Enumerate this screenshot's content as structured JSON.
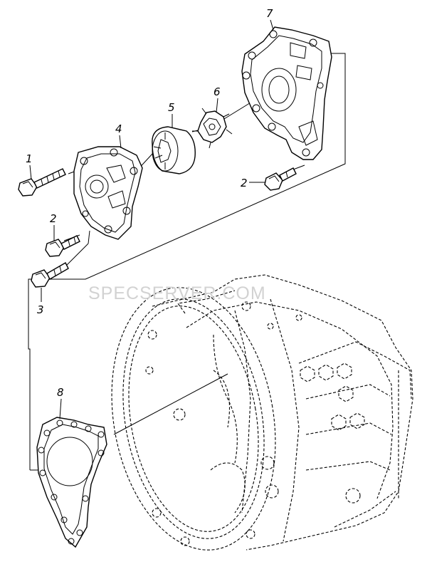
{
  "callouts": {
    "c1": "1",
    "c2a": "2",
    "c2b": "2",
    "c3": "3",
    "c4": "4",
    "c5": "5",
    "c6": "6",
    "c7": "7",
    "c8": "8"
  },
  "watermark": "SPECSERVER.COM"
}
